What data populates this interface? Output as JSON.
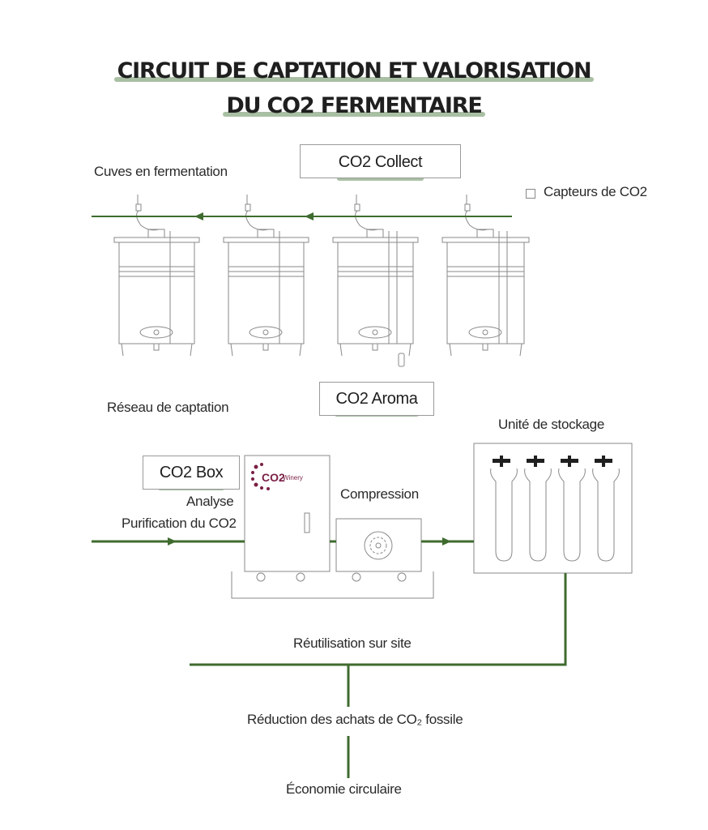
{
  "title": {
    "line1": "CIRCUIT DE CAPTATION ET VALORISATION",
    "line2": "DU CO2 FERMENTAIRE"
  },
  "labels": {
    "co2_collect": "CO2 Collect",
    "cuves": "Cuves en fermentation",
    "capteurs": "Capteurs de CO2",
    "co2_aroma": "CO2 Aroma",
    "reseau": "Réseau de captation",
    "stockage": "Unité de stockage",
    "co2_box": "CO2 Box",
    "analyse": "Analyse",
    "purification": "Purification du CO2",
    "compression": "Compression",
    "reutilisation": "Réutilisation sur site",
    "reduction": "Réduction des achats de CO₂ fossile",
    "economie": "Économie circulaire"
  },
  "logo": {
    "brand": "CO2",
    "suffix": "Winery"
  },
  "colors": {
    "flow_green": "#3f6b2f",
    "highlight": "#a9bfa4",
    "outline": "#8a8a8a",
    "logo_purple": "#7a1f45"
  }
}
